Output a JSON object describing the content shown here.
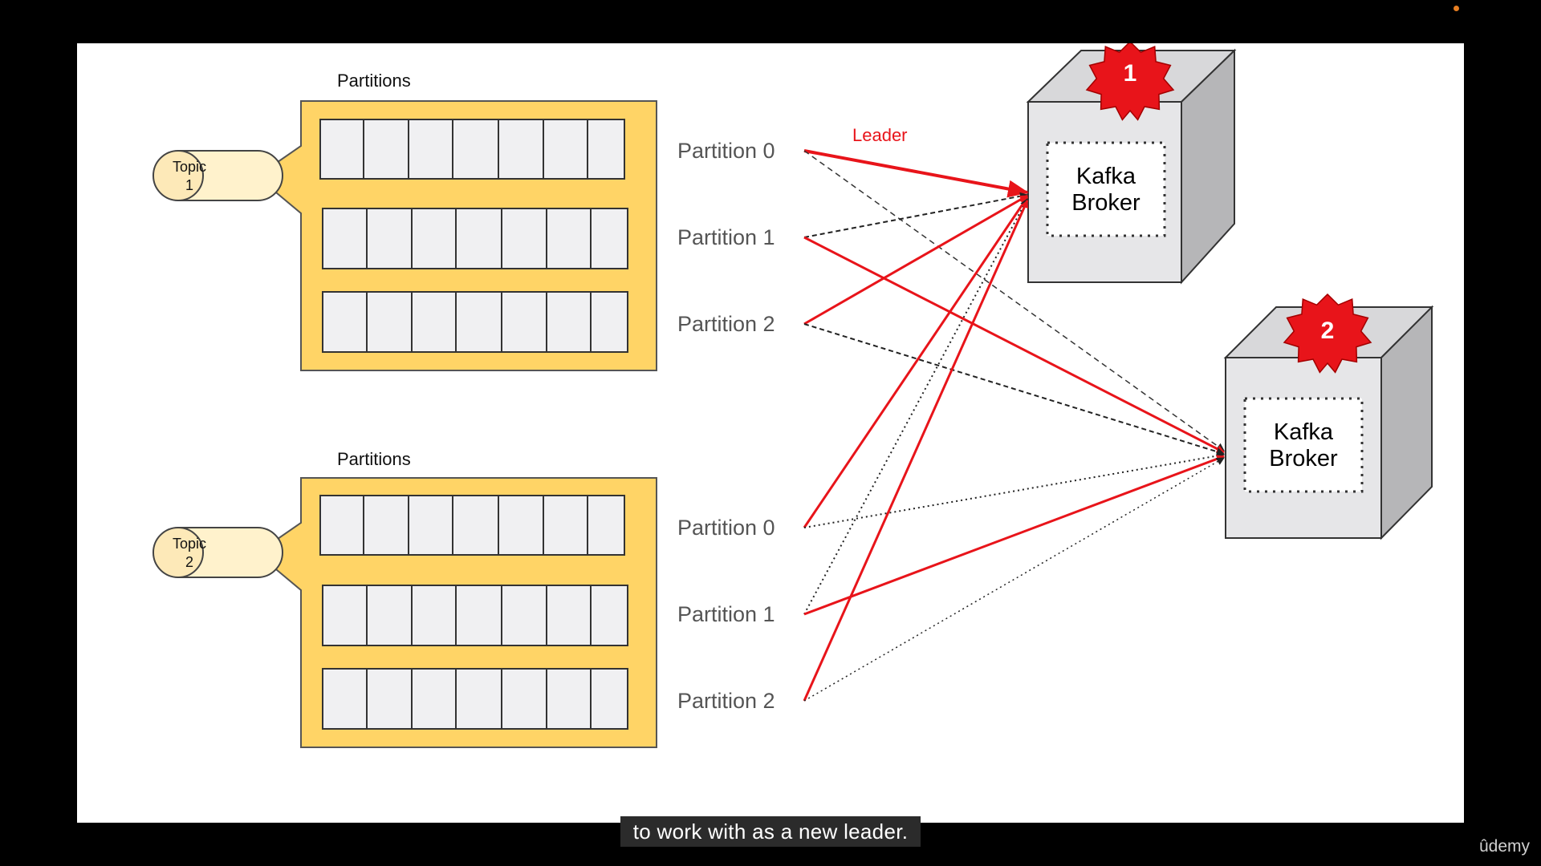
{
  "colors": {
    "accent_red": "#e8141a",
    "container_yellow": "#ffd466",
    "topic_fill": "#fff2cc",
    "cell_fill": "#f0f0f2",
    "broker_fill": "#e6e6e8",
    "label_gray": "#555555"
  },
  "topics": [
    {
      "line1": "Topic",
      "line2": "1",
      "partitions_title": "Partitions",
      "partitions": [
        "Partition 0",
        "Partition 1",
        "Partition 2"
      ]
    },
    {
      "line1": "Topic",
      "line2": "2",
      "partitions_title": "Partitions",
      "partitions": [
        "Partition 0",
        "Partition 1",
        "Partition 2"
      ]
    }
  ],
  "brokers": [
    {
      "badge": "1",
      "line1": "Kafka",
      "line2": "Broker"
    },
    {
      "badge": "2",
      "line1": "Kafka",
      "line2": "Broker"
    }
  ],
  "leader_label": "Leader",
  "caption": "to work with as a new leader.",
  "brand": "ûdemy"
}
